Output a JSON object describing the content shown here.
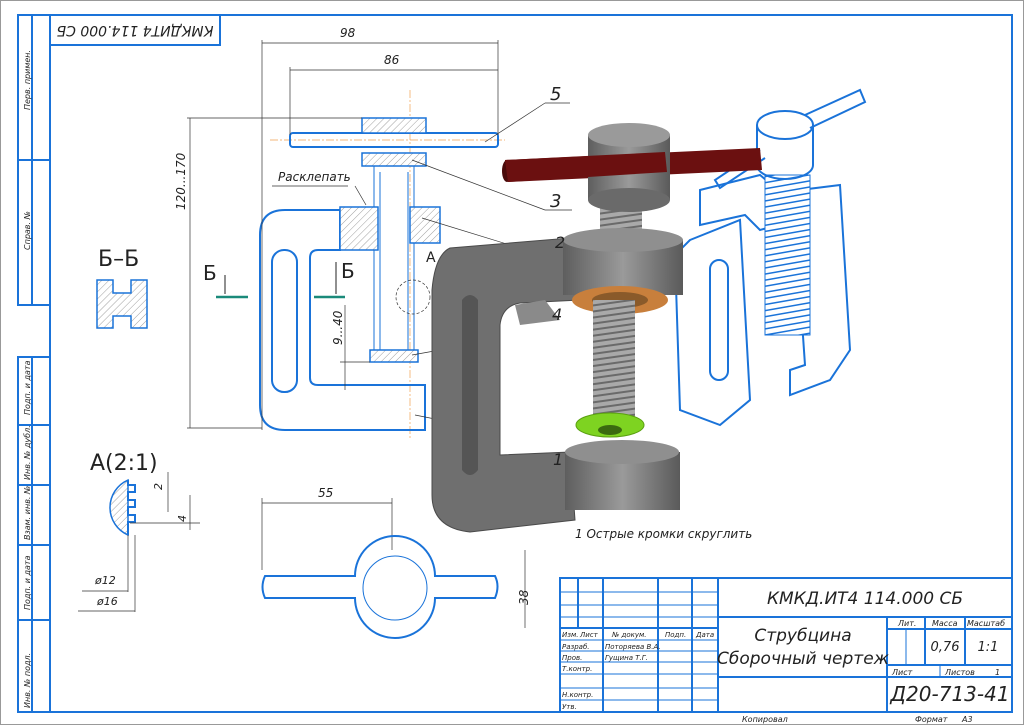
{
  "sheet": {
    "stamp_rotated": "КМКДИТ4 114.000 СБ",
    "left_strip": [
      "Перв. примен.",
      "Справ. №",
      "Подп. и дата",
      "Инв. № дубл.",
      "Взам. инв. №",
      "Подп. и дата",
      "Инв. № подл."
    ],
    "footer": {
      "copied": "Копировал",
      "format_label": "Формат",
      "format_value": "A3"
    }
  },
  "drawing": {
    "dims": {
      "d98": "98",
      "d86": "86",
      "d120": "120...170",
      "d9": "9...40",
      "d55": "55",
      "d38": "38",
      "d2": "2",
      "d4": "4",
      "d12": "ø12",
      "d16": "ø16"
    },
    "positions": {
      "p5": "5",
      "p3": "3",
      "p2": "2",
      "p4": "4",
      "p1": "1"
    },
    "note_rivet": "Расклепать",
    "section_title": "Б–Б",
    "section_mark_left": "Б",
    "section_mark_right": "Б",
    "detail_mark": "A",
    "detail_title": "A(2:1)",
    "tech_note": "1 Острые кромки скруглить"
  },
  "title_block": {
    "doc_code": "КМКД.ИТ4 114.000 СБ",
    "name_line1": "Струбцина",
    "name_line2": "Сборочный чертеж",
    "headers": {
      "izm": "Изм.",
      "list": "Лист",
      "doc_no": "№ докум.",
      "sign": "Подп.",
      "date": "Дата"
    },
    "roles": {
      "developer": "Разраб.",
      "checker": "Пров.",
      "tcontrol": "Т.контр.",
      "ncontrol": "Н.контр.",
      "approved": "Утв."
    },
    "people": {
      "developer": "Потоpяева В.А.",
      "checker": "Гущина Т.Г."
    },
    "lit_label": "Лит.",
    "mass_label": "Масса",
    "scale_label": "Масштаб",
    "mass": "0,76",
    "scale": "1:1",
    "sheet_label": "Лист",
    "sheets_label": "Листов",
    "sheets": "1",
    "group": "Д20-713-41"
  },
  "colors": {
    "frame": "#1a73d9",
    "model": "#6f6f6f",
    "handle": "#6b1010",
    "washer": "#c87f3c",
    "pad": "#7ed321"
  }
}
